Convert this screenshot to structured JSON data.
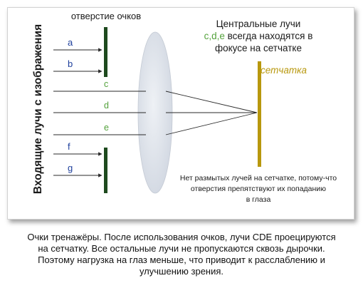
{
  "diagram": {
    "vertical_label": "Входящие лучи с изображения",
    "aperture_label": "отверстие очков",
    "central_rays_title": {
      "line1": "Центральные лучи",
      "line2_letters": "c,d,e",
      "line2_rest": " всегда находятся в",
      "line3": "фокусе на сетчатке"
    },
    "retina_label": "сетчатка",
    "note": {
      "line1": "Нет размытых лучей на сетчатке, потому-что",
      "line2": "отверстия препятствуют их попаданию",
      "line3": "в глаза"
    },
    "blocked_rays": [
      "a",
      "b",
      "f",
      "g"
    ],
    "passing_rays": [
      "c",
      "d",
      "e"
    ],
    "colors": {
      "plate": "#1e4a1e",
      "lens": "#dde2ea",
      "retina": "#b8980e",
      "green_letters": "#54a23c",
      "blue_letters": "#1e3f9c",
      "ray": "#2a2a2a"
    }
  },
  "caption": {
    "line1": "Очки тренажёры. После использования очков, лучи CDE проецируются",
    "line2": "на сетчатку. Все остальные лучи не пропускаются сквозь дырочки.",
    "line3": "Поэтому нагрузка на глаз меньше, что приводит к расслаблению и",
    "line4": "улучшению зрения."
  }
}
